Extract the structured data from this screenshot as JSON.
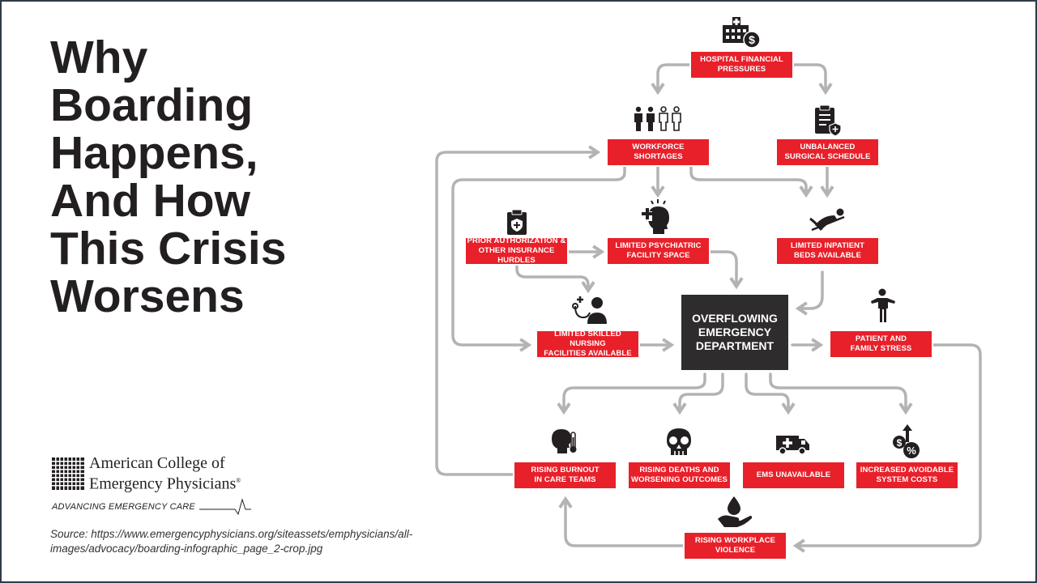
{
  "title": {
    "lines": [
      "Why",
      "Boarding",
      "Happens,",
      "And How",
      "This Crisis",
      "Worsens"
    ]
  },
  "logo": {
    "name_line1": "American College of",
    "name_line2": "Emergency Physicians",
    "registered_mark": "®",
    "tagline": "ADVANCING EMERGENCY CARE"
  },
  "source": {
    "text": "Source: https://www.emergencyphysicians.org/siteassets/emphysicians/all-images/advocacy/boarding-infographic_page_2-crop.jpg"
  },
  "diagram": {
    "center": {
      "lines": [
        "OVERFLOWING",
        "EMERGENCY",
        "DEPARTMENT"
      ]
    },
    "nodes": {
      "hospital_financial": {
        "lines": [
          "HOSPITAL FINANCIAL",
          "PRESSURES"
        ],
        "icon": "hospital-dollar-icon"
      },
      "workforce": {
        "lines": [
          "WORKFORCE SHORTAGES"
        ],
        "icon": "people-icon"
      },
      "surgical": {
        "lines": [
          "UNBALANCED",
          "SURGICAL SCHEDULE"
        ],
        "icon": "clipboard-icon"
      },
      "prior_auth": {
        "lines": [
          "PRIOR AUTHORIZATION &",
          "OTHER INSURANCE HURDLES"
        ],
        "icon": "insurance-clipboard-icon"
      },
      "psychiatric": {
        "lines": [
          "LIMITED PSYCHIATRIC",
          "FACILITY SPACE"
        ],
        "icon": "mental-health-icon"
      },
      "inpatient": {
        "lines": [
          "LIMITED INPATIENT",
          "BEDS AVAILABLE"
        ],
        "icon": "patient-bed-icon"
      },
      "nursing": {
        "lines": [
          "LIMITED SKILLED NURSING",
          "FACILITIES AVAILABLE"
        ],
        "icon": "nurse-icon"
      },
      "patient_stress": {
        "lines": [
          "PATIENT AND",
          "FAMILY STRESS"
        ],
        "icon": "person-icon"
      },
      "burnout": {
        "lines": [
          "RISING BURNOUT",
          "IN CARE TEAMS"
        ],
        "icon": "burnout-icon"
      },
      "deaths": {
        "lines": [
          "RISING DEATHS AND",
          "WORSENING OUTCOMES"
        ],
        "icon": "skull-icon"
      },
      "ems": {
        "lines": [
          "EMS UNAVAILABLE"
        ],
        "icon": "ambulance-icon"
      },
      "costs": {
        "lines": [
          "INCREASED AVOIDABLE",
          "SYSTEM COSTS"
        ],
        "icon": "costs-icon"
      },
      "violence": {
        "lines": [
          "RISING WORKPLACE",
          "VIOLENCE"
        ],
        "icon": "hand-blood-icon"
      }
    },
    "colors": {
      "box": "#e8202a",
      "center": "#2e2c2d",
      "arrow": "#b3b3b3",
      "icon": "#231f20"
    }
  }
}
